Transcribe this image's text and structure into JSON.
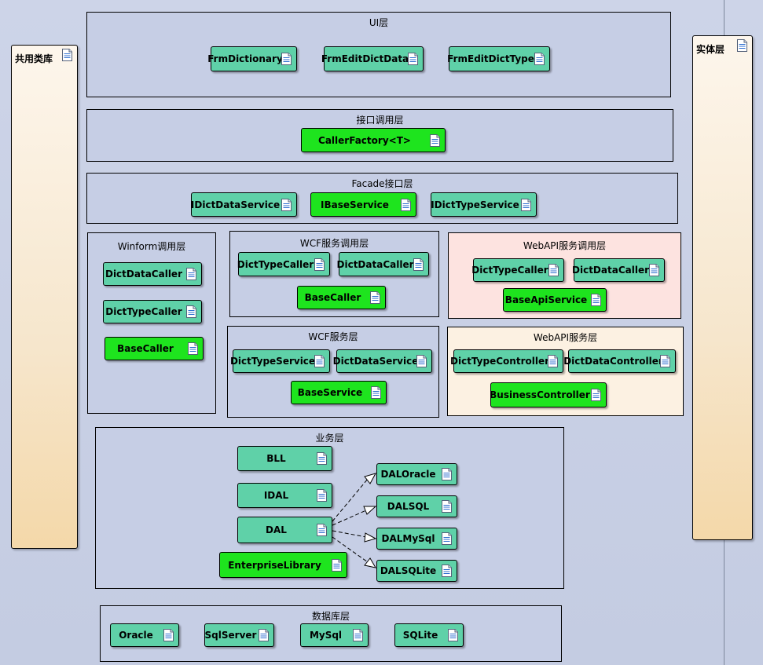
{
  "icon": "document-icon",
  "colors": {
    "class_teal": "#5fd1a8",
    "class_green": "#1ee41e",
    "panel": "#c6cee5",
    "panel_pink": "#fde3e0",
    "panel_cream": "#fcf1e2"
  },
  "side": {
    "left_title": "共用类库",
    "right_title": "实体层"
  },
  "layers": {
    "ui": {
      "title": "UI层",
      "items": [
        "FrmDictionary",
        "FrmEditDictData",
        "FrmEditDictType"
      ]
    },
    "caller": {
      "title": "接口调用层",
      "items": [
        "CallerFactory<T>"
      ]
    },
    "facade": {
      "title": "Facade接口层",
      "items": [
        "IDictDataService",
        "IBaseService",
        "IDictTypeService"
      ]
    },
    "winform": {
      "title": "Winform调用层",
      "items": [
        "DictDataCaller",
        "DictTypeCaller",
        "BaseCaller"
      ]
    },
    "wcf_caller": {
      "title": "WCF服务调用层",
      "items": [
        "DictTypeCaller",
        "DictDataCaller",
        "BaseCaller"
      ]
    },
    "webapi_caller": {
      "title": "WebAPI服务调用层",
      "items": [
        "DictTypeCaller",
        "DictDataCaller",
        "BaseApiService"
      ]
    },
    "wcf_service": {
      "title": "WCF服务层",
      "items": [
        "DictTypeService",
        "DictDataService",
        "BaseService"
      ]
    },
    "webapi_service": {
      "title": "WebAPI服务层",
      "items": [
        "DictTypeController",
        "DictDataController",
        "BusinessController"
      ]
    },
    "business": {
      "title": "业务层",
      "items": [
        "BLL",
        "IDAL",
        "DAL",
        "EnterpriseLibrary",
        "DALOracle",
        "DALSQL",
        "DALMySql",
        "DALSQLite"
      ]
    },
    "database": {
      "title": "数据库层",
      "items": [
        "Oracle",
        "SqlServer",
        "MySql",
        "SQLite"
      ]
    }
  }
}
